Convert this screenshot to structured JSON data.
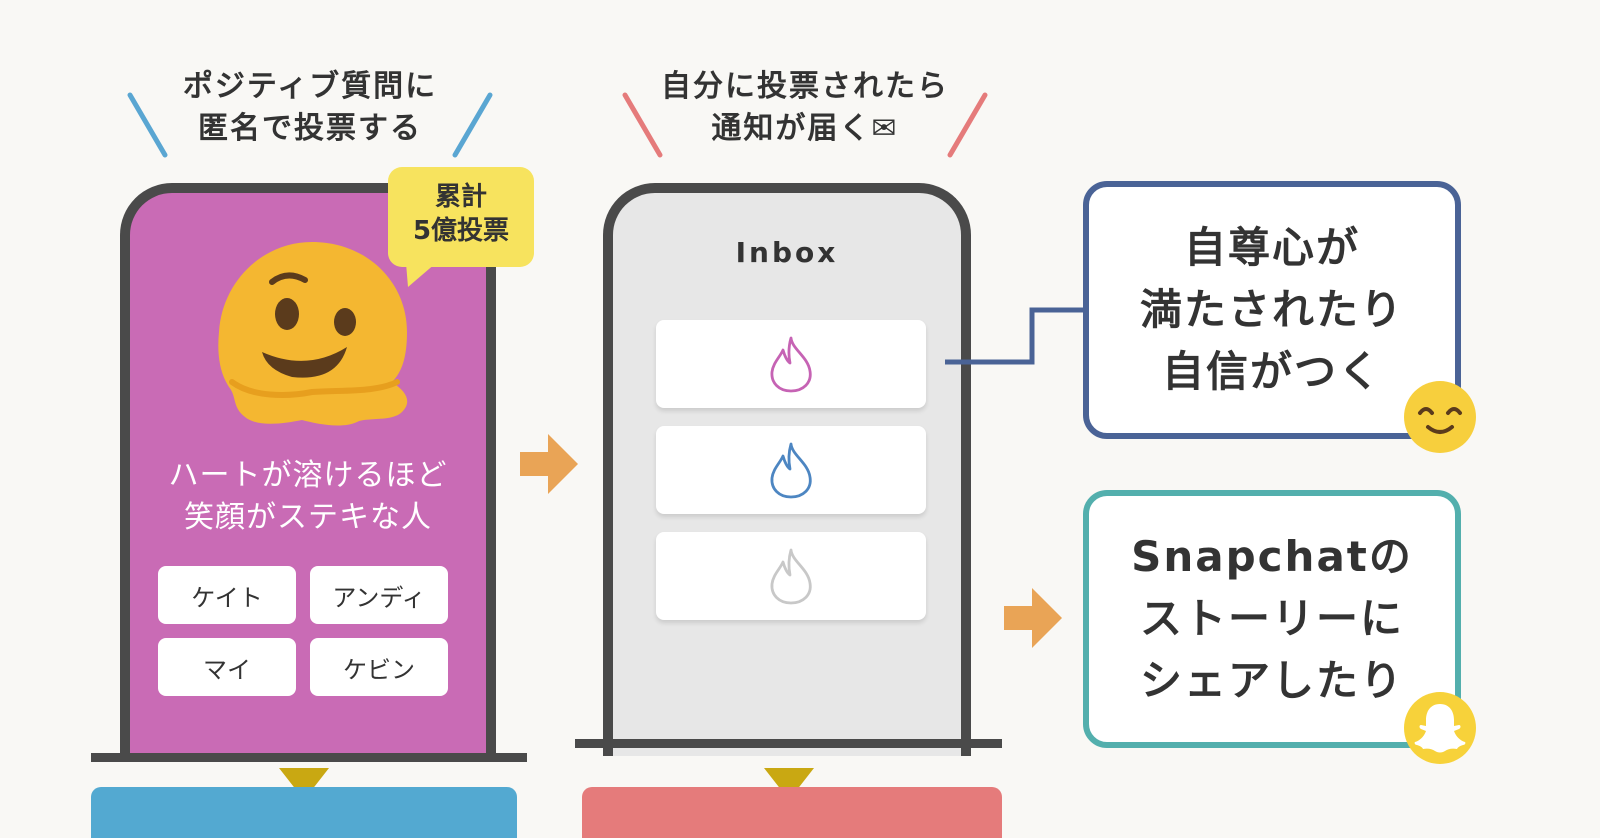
{
  "left_caption": {
    "line1": "ポジティブ質問に",
    "line2": "匿名で投票する"
  },
  "middle_caption": {
    "line1": "自分に投票されたら",
    "line2": "通知が届く✉"
  },
  "badge": {
    "line1": "累計",
    "line2": "5億投票"
  },
  "question": {
    "line1": "ハートが溶けるほど",
    "line2": "笑顔がステキな人"
  },
  "options": [
    "ケイト",
    "アンディ",
    "マイ",
    "ケビン"
  ],
  "inbox": {
    "title": "Inbox",
    "flame_colors": [
      "#c663b4",
      "#4d86c2",
      "#c8c8c8"
    ]
  },
  "box_confidence": {
    "text": "自尊心が\n満たされたり\n自信がつく"
  },
  "box_snapchat": {
    "text": "Snapchatの\nストーリーに\nシェアしたり"
  },
  "colors": {
    "phone_left_bg": "#c96bb5",
    "phone_mid_bg": "#e7e7e7",
    "badge_bg": "#f7e35e",
    "arrow_orange": "#e9a456",
    "blue_stroke": "#5aa6d2",
    "red_stroke": "#e57b7b",
    "navy_border": "#4a6396",
    "teal_border": "#53afad",
    "bottom_blue": "#53a9d1",
    "bottom_red": "#e57b7b",
    "triangle": "#c9a812"
  },
  "icons": [
    "melting-face-icon",
    "flame-icon",
    "smiling-face-icon",
    "snapchat-ghost-icon",
    "envelope-icon"
  ]
}
